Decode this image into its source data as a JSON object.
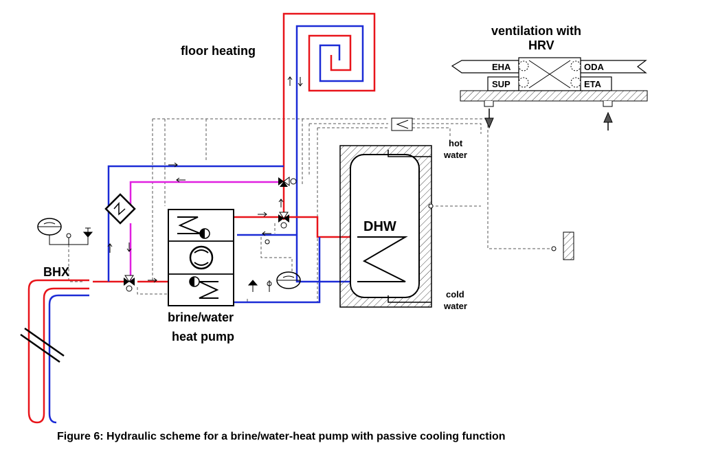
{
  "title_floor": "floor heating",
  "title_vent_line1": "ventilation with",
  "title_vent_line2": "HRV",
  "hrv": {
    "eha": "EHA",
    "oda": "ODA",
    "sup": "SUP",
    "eta": "ETA"
  },
  "storage": {
    "label": "DHW",
    "hot_line1": "hot",
    "hot_line2": "water",
    "cold_line1": "cold",
    "cold_line2": "water"
  },
  "bhx": "BHX",
  "heat_pump_line1": "brine/water",
  "heat_pump_line2": "heat pump",
  "caption": "Figure 6: Hydraulic scheme for a brine/water-heat pump with passive cooling function",
  "colors": {
    "supply": "#e8141a",
    "return": "#1b2bd6",
    "cooling": "#e020e0",
    "control": "#555555",
    "ink": "#000000"
  }
}
